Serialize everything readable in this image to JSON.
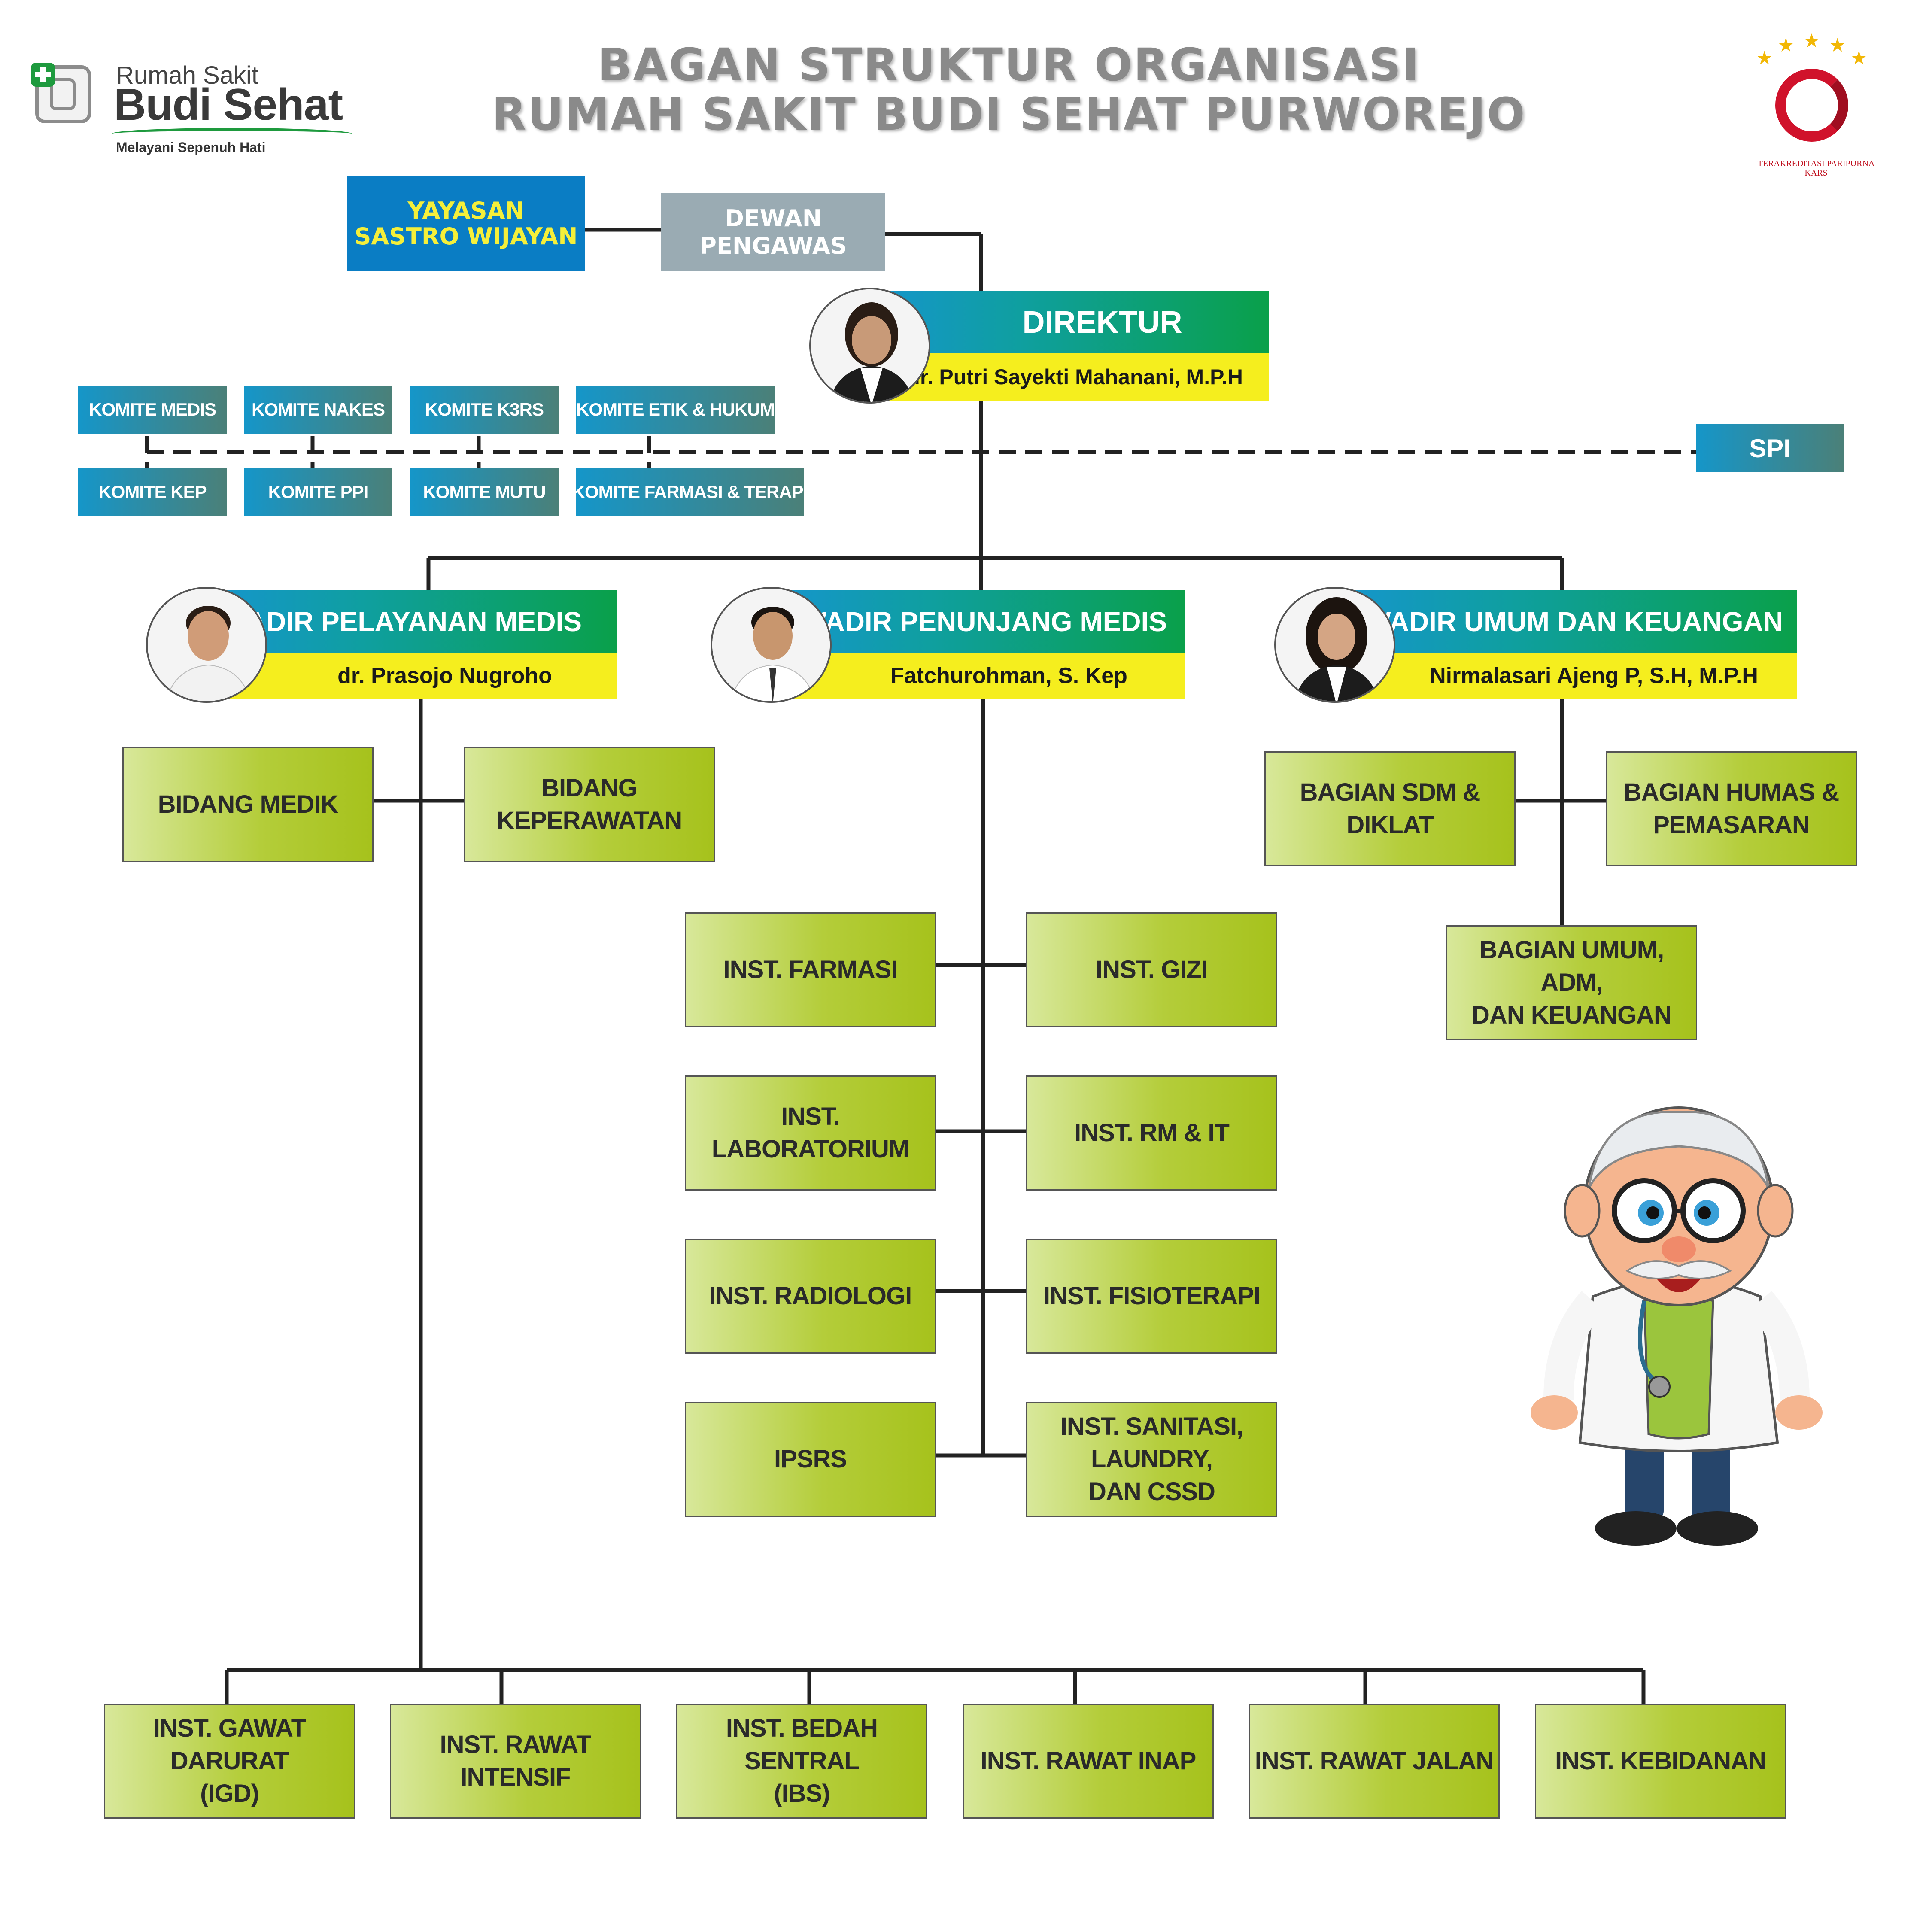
{
  "title": {
    "line1": "BAGAN STRUKTUR ORGANISASI",
    "line2": "RUMAH SAKIT BUDI SEHAT PURWOREJO"
  },
  "logo": {
    "line1": "Rumah Sakit",
    "line2": "Budi Sehat",
    "tagline": "Melayani Sepenuh Hati"
  },
  "accreditation": {
    "line1": "TERAKREDITASI PARIPURNA",
    "line2": "KARS"
  },
  "top": {
    "yayasan": [
      "YAYASAN",
      "SASTRO WIJAYAN"
    ],
    "dewan": [
      "DEWAN",
      "PENGAWAS"
    ]
  },
  "direktur": {
    "title": "DIREKTUR",
    "name": "dr. Putri Sayekti Mahanani, M.P.H"
  },
  "komite": {
    "row1": [
      "KOMITE MEDIS",
      "KOMITE NAKES",
      "KOMITE K3RS",
      "KOMITE ETIK & HUKUM"
    ],
    "row2": [
      "KOMITE KEP",
      "KOMITE PPI",
      "KOMITE MUTU",
      "KOMITE FARMASI & TERAPI"
    ]
  },
  "spi": "SPI",
  "wadir": [
    {
      "title": "WADIR PELAYANAN MEDIS",
      "name": "dr. Prasojo Nugroho"
    },
    {
      "title": "WADIR PENUNJANG MEDIS",
      "name": "Fatchurohman, S. Kep"
    },
    {
      "title": "WADIR UMUM DAN KEUANGAN",
      "name": "Nirmalasari Ajeng P, S.H, M.P.H"
    }
  ],
  "pelayanan": {
    "bidang": [
      "BIDANG MEDIK",
      "BIDANG KEPERAWATAN"
    ],
    "instalasi": [
      [
        "INST. GAWAT DARURAT",
        "(IGD)"
      ],
      [
        "INST. RAWAT INTENSIF"
      ],
      [
        "INST. BEDAH SENTRAL",
        "(IBS)"
      ],
      [
        "INST. RAWAT INAP"
      ],
      [
        "INST. RAWAT JALAN"
      ],
      [
        "INST. KEBIDANAN"
      ]
    ]
  },
  "penunjang": {
    "left": [
      "INST. FARMASI",
      "INST. LABORATORIUM",
      "INST. RADIOLOGI",
      "IPSRS"
    ],
    "right": [
      [
        "INST. GIZI"
      ],
      [
        "INST. RM & IT"
      ],
      [
        "INST. FISIOTERAPI"
      ],
      [
        "INST. SANITASI, LAUNDRY,",
        "DAN CSSD"
      ]
    ]
  },
  "umum": {
    "sdm": "BAGIAN SDM & DIKLAT",
    "humas": [
      "BAGIAN HUMAS &",
      "PEMASARAN"
    ],
    "keuangan": [
      "BAGIAN UMUM, ADM,",
      "DAN KEUANGAN"
    ]
  },
  "mascot_icon": "doctor-cartoon-icon"
}
